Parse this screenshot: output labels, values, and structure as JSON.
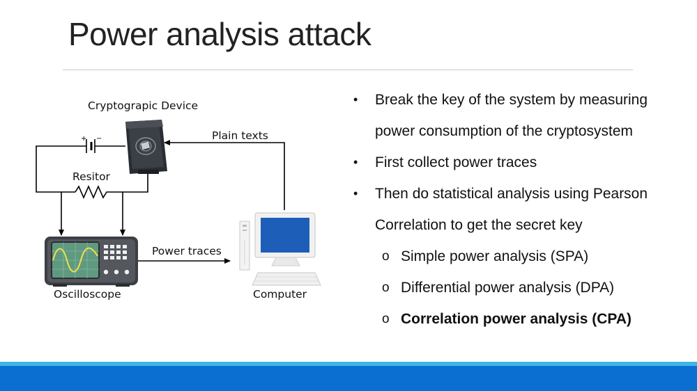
{
  "slide": {
    "title": "Power analysis attack",
    "diagram": {
      "device_label": "Cryptograpic Device",
      "plain_texts_label": "Plain texts",
      "resistor_label": "Resitor",
      "power_traces_label": "Power traces",
      "oscilloscope_label": "Oscilloscope",
      "computer_label": "Computer"
    },
    "bullets": [
      {
        "level": 1,
        "text": "Break the key of the system by measuring",
        "bold": false
      },
      {
        "level": 1,
        "continuation": true,
        "text": "power consumption of the cryptosystem",
        "bold": false
      },
      {
        "level": 1,
        "text": "First collect power traces",
        "bold": false
      },
      {
        "level": 1,
        "text": "Then do statistical analysis using Pearson",
        "bold": false
      },
      {
        "level": 1,
        "continuation": true,
        "text": "Correlation to get the secret key",
        "bold": false
      },
      {
        "level": 2,
        "marker": "o",
        "text": "Simple power analysis (SPA)",
        "bold": false
      },
      {
        "level": 2,
        "marker": "o",
        "text": "Differential power analysis (DPA)",
        "bold": false
      },
      {
        "level": 2,
        "marker": "o",
        "text": "Correlation power analysis (CPA)",
        "bold": true
      }
    ]
  },
  "colors": {
    "footer": "#0b6fd1",
    "footer_line": "#3fb4e8",
    "screen_blue": "#1d5fb8",
    "scope_screen": "#5f9a80",
    "wave": "#f1e04a"
  }
}
